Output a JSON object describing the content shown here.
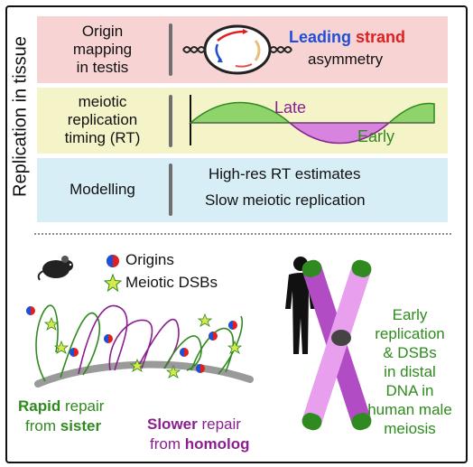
{
  "side_label": "Replication in tissue",
  "rows": [
    {
      "left": [
        "Origin",
        "mapping",
        "in testis"
      ],
      "right_leading": "Leading",
      "right_strand": "strand",
      "right_line2": "asymmetry"
    },
    {
      "left": [
        "meiotic",
        "replication",
        "timing (RT)"
      ],
      "wave_late": "Late",
      "wave_early": "Early"
    },
    {
      "left": [
        "Modelling"
      ],
      "right_line1": "High-res RT estimates",
      "right_line2": "Slow meiotic replication"
    }
  ],
  "legend": {
    "origins": "Origins",
    "dsbs": "Meiotic DSBs"
  },
  "repair": {
    "rapid_bold": "Rapid",
    "rapid_rest": " repair",
    "from_sister_a": "from ",
    "from_sister_b": "sister",
    "slower_bold": "Slower",
    "slower_rest": " repair",
    "from_homolog_a": "from ",
    "from_homolog_b": "homolog"
  },
  "human_text": [
    "Early",
    "replication",
    "& DSBs",
    "in distal",
    "DNA in",
    "human male",
    "meiosis"
  ],
  "colors": {
    "pink_bg": "#f7d3d3",
    "yellow_bg": "#f5f4c9",
    "blue_bg": "#d8eef6",
    "green": "#2f8a1f",
    "purple": "#8a1f8f",
    "blue": "#1f4fd6",
    "red": "#e02020"
  },
  "icons": [
    "mouse-icon",
    "human-silhouette-icon",
    "origin-marker-icon",
    "star-icon",
    "chromosome-icon"
  ]
}
